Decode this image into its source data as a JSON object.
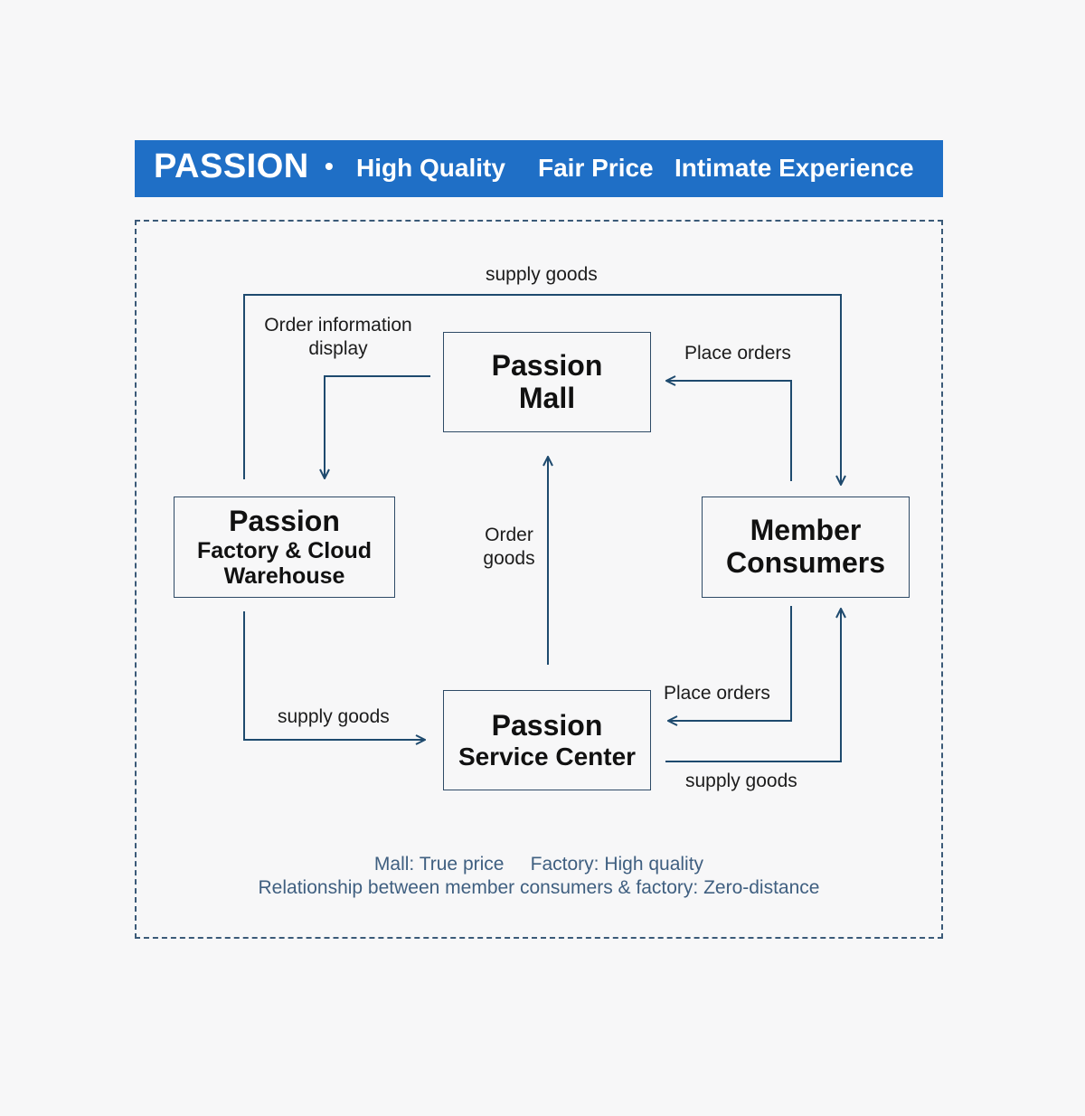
{
  "banner": {
    "brand": "PASSION",
    "bullet": "•",
    "slogans": [
      "High Quality",
      "Fair Price",
      "Intimate Experience"
    ],
    "background": "#1f6fc6"
  },
  "nodes": {
    "mall": [
      "Passion",
      "Mall"
    ],
    "factory": [
      "Passion",
      "Factory & Cloud",
      "Warehouse"
    ],
    "member": [
      "Member",
      "Consumers"
    ],
    "service": [
      "Passion",
      "Service Center"
    ]
  },
  "edges": {
    "top_supply": "supply goods",
    "order_info": [
      "Order information",
      "display"
    ],
    "place_orders_mall": "Place orders",
    "order_goods": [
      "Order",
      "goods"
    ],
    "bottom_supply_left": "supply goods",
    "place_orders_service": "Place orders",
    "bottom_supply_right": "supply goods"
  },
  "footer": {
    "line1": "Mall: True price     Factory: High quality",
    "line2": "Relationship between member consumers & factory: Zero-distance"
  },
  "colors": {
    "arrow": "#1e4a6e",
    "frame": "#3b5a78",
    "footer_text": "#3f5f80"
  }
}
